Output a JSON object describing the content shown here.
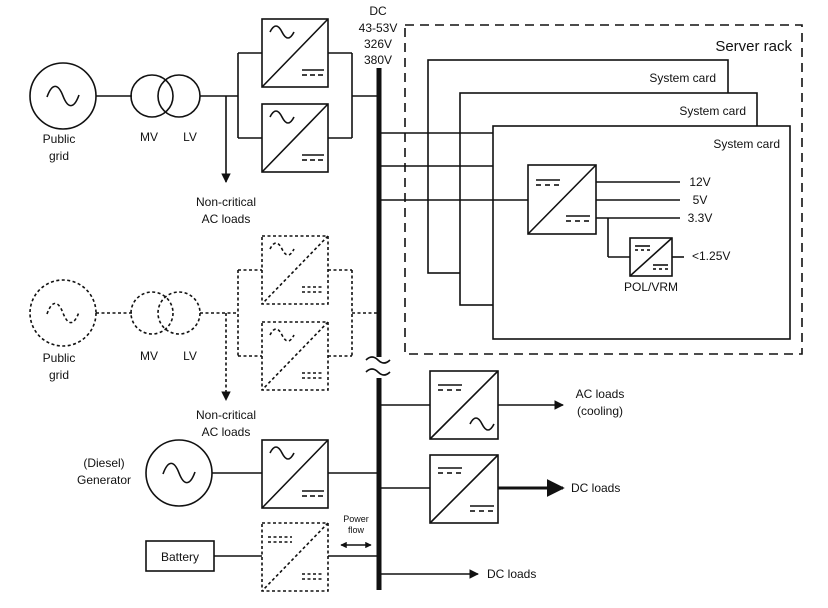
{
  "dc_bus": {
    "label": "DC",
    "v1": "43-53V",
    "v2": "326V",
    "v3": "380V"
  },
  "server_rack": {
    "title": "Server rack",
    "card_label": "System card"
  },
  "pol": {
    "v12": "12V",
    "v5": "5V",
    "v33": "3.3V",
    "vlow": "<1.25V",
    "label": "POL/VRM"
  },
  "grid1": {
    "name_l1": "Public",
    "name_l2": "grid",
    "mv": "MV",
    "lv": "LV",
    "loads_l1": "Non-critical",
    "loads_l2": "AC loads"
  },
  "grid2": {
    "name_l1": "Public",
    "name_l2": "grid",
    "mv": "MV",
    "lv": "LV",
    "loads_l1": "Non-critical",
    "loads_l2": "AC loads"
  },
  "generator": {
    "l1": "(Diesel)",
    "l2": "Generator"
  },
  "battery": {
    "label": "Battery",
    "flow_l1": "Power",
    "flow_l2": "flow"
  },
  "outputs": {
    "ac_l1": "AC loads",
    "ac_l2": "(cooling)",
    "dc1": "DC loads",
    "dc2": "DC loads"
  }
}
